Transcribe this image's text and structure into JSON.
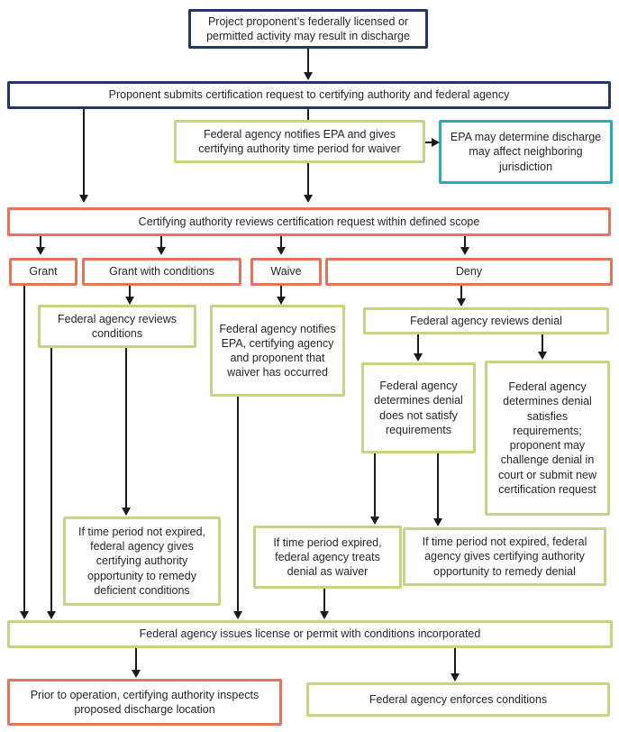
{
  "palette": {
    "navy_border": "#1f3864",
    "red_border": "#e4735c",
    "olive_border": "#c6d382",
    "teal_border": "#1fb1bb",
    "arrow": "#1a1a1a",
    "text": "#262626",
    "background": "#ffffff"
  },
  "nodes": {
    "start": {
      "label": "Project proponent’s federally licensed or permitted activity may result in discharge"
    },
    "submit": {
      "label": "Proponent submits certification request to certifying authority and federal agency"
    },
    "notify_epa": {
      "label": "Federal agency notifies EPA and gives certifying authority time period for waiver"
    },
    "epa_determine": {
      "label": "EPA may determine discharge may affect neighboring jurisdiction"
    },
    "review_scope": {
      "label": "Certifying authority reviews certification request within defined scope"
    },
    "grant": {
      "label": "Grant"
    },
    "grant_conditions": {
      "label": "Grant with conditions"
    },
    "waive": {
      "label": "Waive"
    },
    "deny": {
      "label": "Deny"
    },
    "reviews_conditions": {
      "label": "Federal agency reviews conditions"
    },
    "waiver_occurred": {
      "label": "Federal agency notifies EPA, certifying agency and proponent that waiver has occurred"
    },
    "reviews_denial": {
      "label": "Federal agency reviews denial"
    },
    "denial_not_satisfy": {
      "label": "Federal agency determines denial does not satisfy requirements"
    },
    "denial_satisfies": {
      "label": "Federal agency determines denial satisfies requirements; proponent may challenge denial in court or submit new certification request"
    },
    "remedy_deficient": {
      "label": "If time period not expired, federal agency gives certifying authority opportunity to remedy deficient conditions"
    },
    "denial_as_waiver": {
      "label": "If time period expired, federal agency treats denial as waiver"
    },
    "remedy_denial": {
      "label": "If time period not expired, federal agency gives certifying authority opportunity to remedy denial"
    },
    "issues_license": {
      "label": "Federal agency issues license or permit with conditions incorporated"
    },
    "inspects": {
      "label": "Prior to operation, certifying authority inspects proposed discharge location"
    },
    "enforces": {
      "label": "Federal agency enforces conditions"
    }
  }
}
